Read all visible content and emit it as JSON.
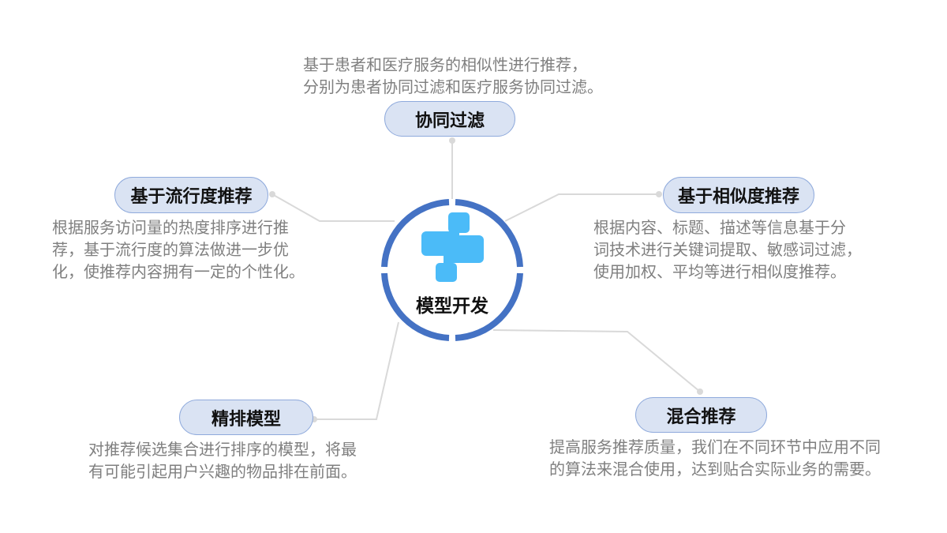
{
  "center": {
    "title": "模型开发",
    "icon": "puzzle-blocks-icon"
  },
  "nodes": {
    "collab": {
      "title": "协同过滤",
      "desc": [
        "基于患者和医疗服务的相似性进行推荐，",
        "分别为患者协同过滤和医疗服务协同过滤。"
      ]
    },
    "popularity": {
      "title": "基于流行度推荐",
      "desc": [
        "根据服务访问量的热度排序进行推",
        "荐，基于流行度的算法做进一步优",
        "化，使推荐内容拥有一定的个性化。"
      ]
    },
    "similarity": {
      "title": "基于相似度推荐",
      "desc": [
        "根据内容、标题、描述等信息基于分",
        "词技术进行关键词提取、敏感词过滤，",
        "使用加权、平均等进行相似度推荐。"
      ]
    },
    "ranking": {
      "title": "精排模型",
      "desc": [
        "对推荐候选集合进行排序的模型，将最",
        "有可能引起用户兴趣的物品排在前面。"
      ]
    },
    "hybrid": {
      "title": "混合推荐",
      "desc": [
        "提高服务推荐质量，我们在不同环节中应用不同",
        "的算法来混合使用，达到贴合实际业务的需要。"
      ]
    }
  },
  "colors": {
    "ring": "#4472c4",
    "icon": "#4bbbf8",
    "pill_fill": "#dae3f3",
    "pill_border": "#8faadc",
    "desc_text": "#7f7f7f",
    "connector": "#d9d9d9"
  }
}
